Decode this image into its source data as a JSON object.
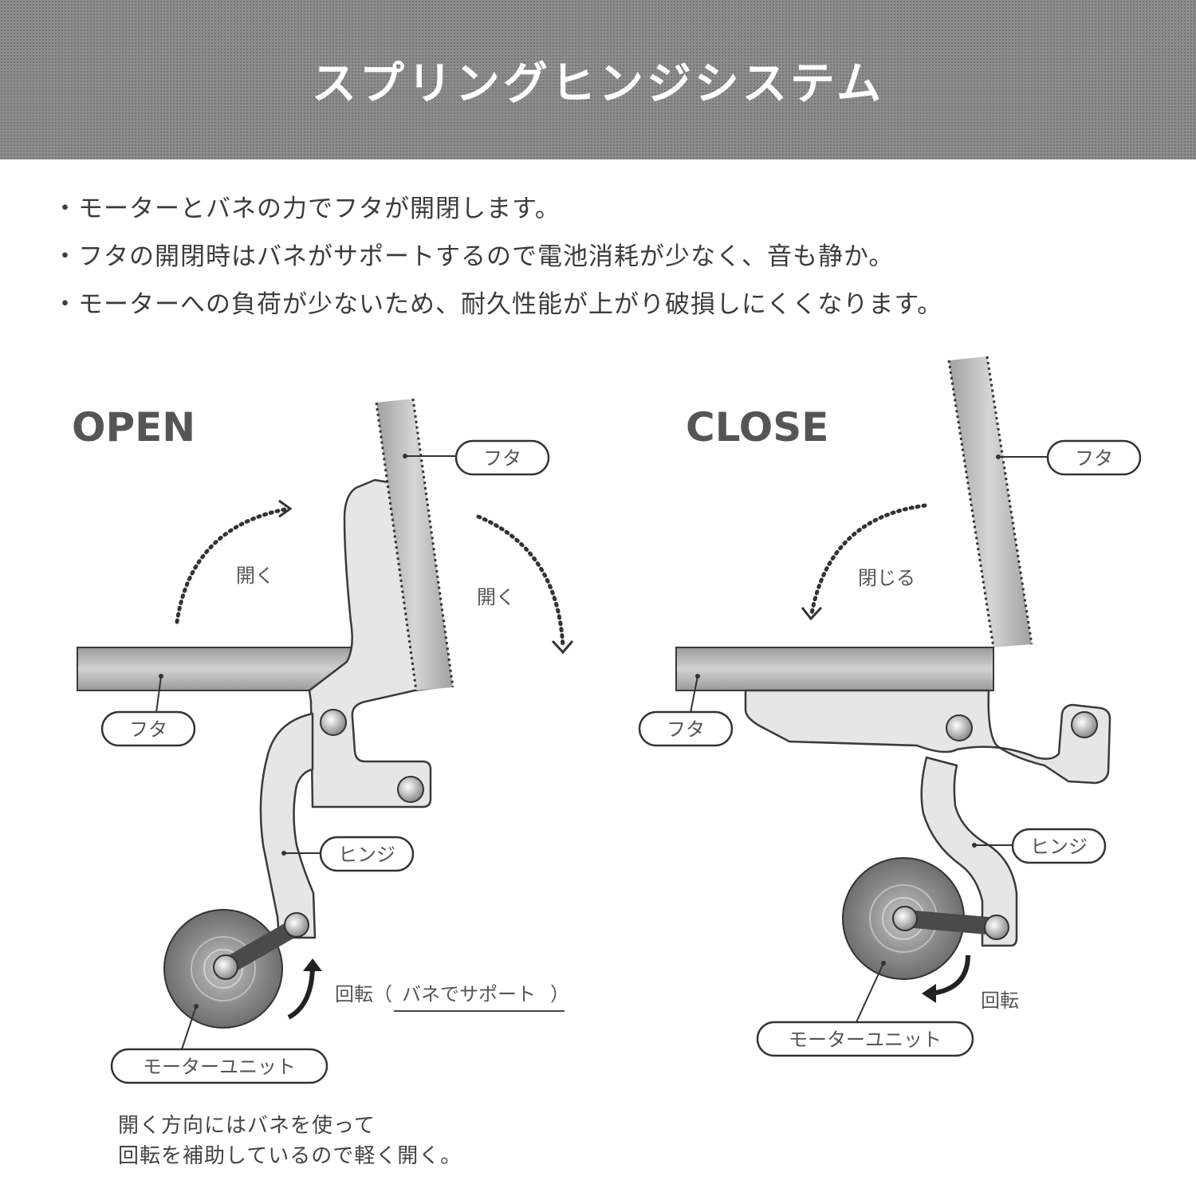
{
  "header": {
    "title": "スプリングヒンジシステム"
  },
  "bullets": [
    "モーターとバネの力でフタが開閉します。",
    "フタの開閉時はバネがサポートするので電池消耗が少なく、音も静か。",
    "モーターへの負荷が少ないため、耐久性能が上がり破損しにくくなります。"
  ],
  "open_panel": {
    "title": "OPEN",
    "lid_label_upper": "フタ",
    "lid_label_lower": "フタ",
    "arrow_left_label": "開く",
    "arrow_right_label": "開く",
    "hinge_label": "ヒンジ",
    "motor_label": "モーターユニット",
    "rotation_label": "回転（",
    "rotation_support": "バネでサポート",
    "rotation_close_paren": "）",
    "note_line1": "開く方向にはバネを使って",
    "note_line2": "回転を補助しているので軽く開く。"
  },
  "close_panel": {
    "title": "CLOSE",
    "lid_label_upper": "フタ",
    "lid_label_lower": "フタ",
    "arrow_label": "閉じる",
    "hinge_label": "ヒンジ",
    "motor_label": "モーターユニット",
    "rotation_label": "回転"
  },
  "colors": {
    "header_bg": "#8e8e8e",
    "lid_fill": "#b4b4b4",
    "hinge_fill": "#e6e6e6",
    "outline": "#3a3a3a",
    "motor_fill": "#8a8a8a"
  }
}
